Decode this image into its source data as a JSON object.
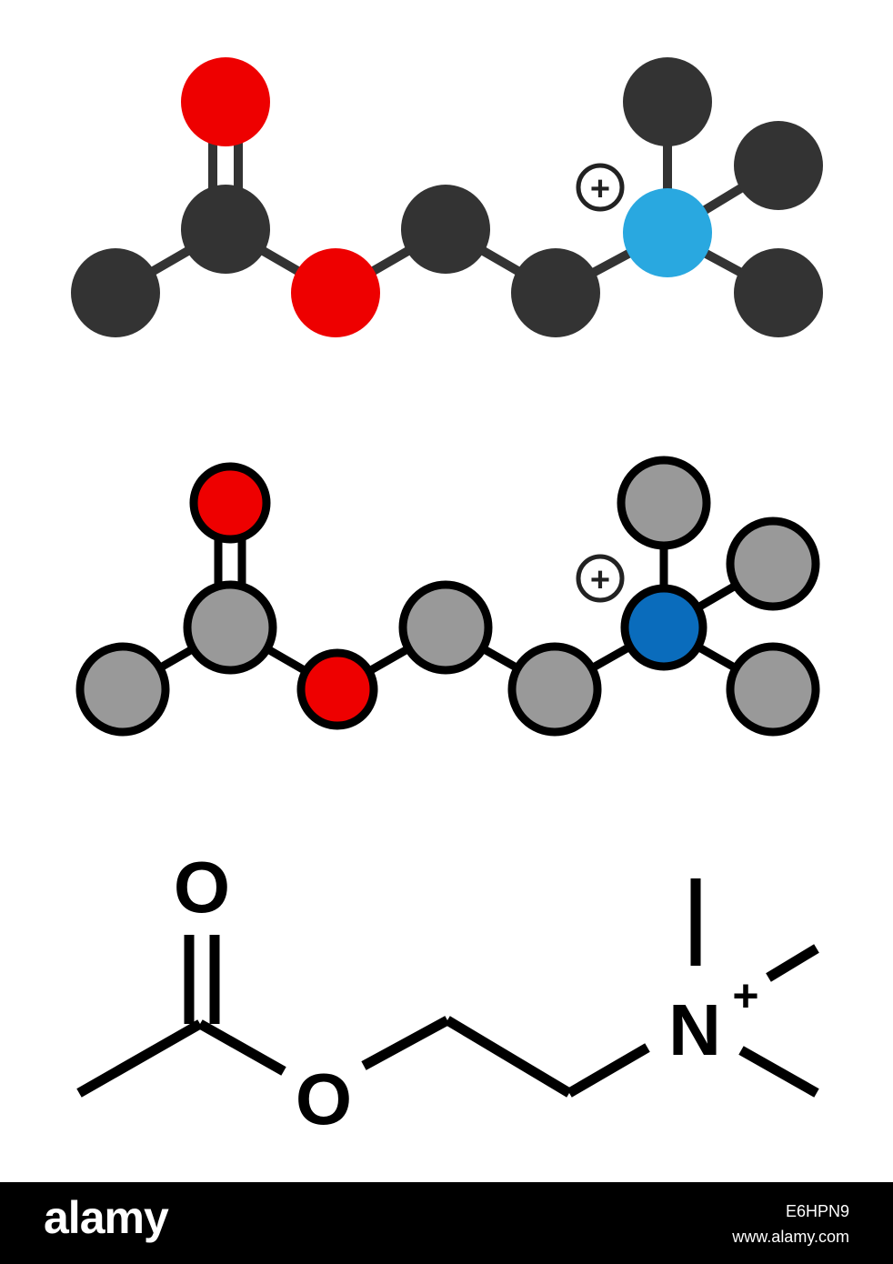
{
  "colors": {
    "carbon_dark": "#333333",
    "oxygen": "#ee0000",
    "nitrogen_light": "#29a8e0",
    "carbon_grey": "#999999",
    "nitrogen_blue": "#0a6cbc",
    "bond": "#000000",
    "footer_bg": "#000000",
    "footer_text": "#ffffff"
  },
  "ball_and_stick": {
    "charge_symbol": "+"
  },
  "flat_colored": {
    "charge_symbol": "+"
  },
  "skeletal": {
    "carbonyl_oxygen": "O",
    "ester_oxygen": "O",
    "nitrogen": "N",
    "charge": "+"
  },
  "footer": {
    "brand": "alamy",
    "image_id": "E6HPN9",
    "site": "www.alamy.com"
  }
}
